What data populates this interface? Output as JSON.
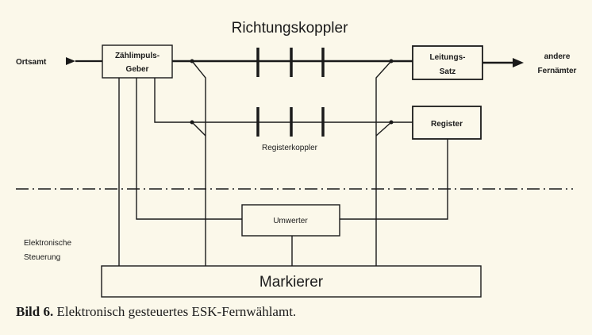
{
  "diagram": {
    "title": "Richtungskoppler",
    "input_label": "Ortsamt",
    "output_label_line1": "andere",
    "output_label_line2": "Fernämter",
    "boxes": {
      "zaehlimpuls_line1": "Zählimpuls-",
      "zaehlimpuls_line2": "Geber",
      "leitungssatz_line1": "Leitungs-",
      "leitungssatz_line2": "Satz",
      "register": "Register",
      "umwerter": "Umwerter",
      "markierer": "Markierer"
    },
    "registerkoppler_label": "Registerkoppler",
    "control_label_line1": "Elektronische",
    "control_label_line2": "Steuerung"
  },
  "caption": {
    "number": "Bild 6.",
    "text": "Elektronisch gesteuertes ESK-Fernwählamt."
  }
}
